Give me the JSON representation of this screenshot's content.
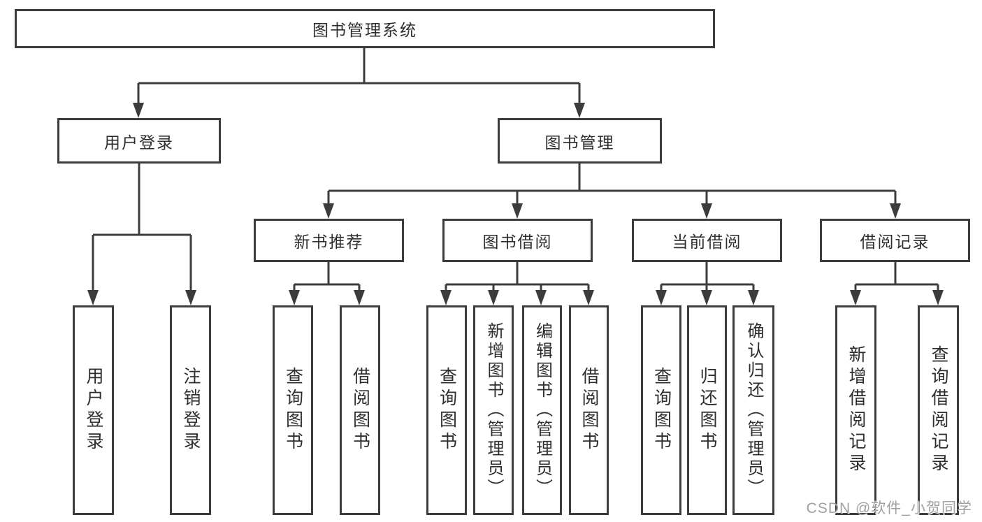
{
  "diagram": {
    "root": {
      "label": "图书管理系统"
    },
    "level2": [
      {
        "label": "用户登录"
      },
      {
        "label": "图书管理"
      }
    ],
    "level3": [
      {
        "label": "新书推荐"
      },
      {
        "label": "图书借阅"
      },
      {
        "label": "当前借阅"
      },
      {
        "label": "借阅记录"
      }
    ],
    "leaves": [
      {
        "label": "用户登录"
      },
      {
        "label": "注销登录"
      },
      {
        "label": "查询图书"
      },
      {
        "label": "借阅图书"
      },
      {
        "label": "查询图书"
      },
      {
        "label": "新增图书（管理员）"
      },
      {
        "label": "编辑图书（管理员）"
      },
      {
        "label": "借阅图书"
      },
      {
        "label": "查询图书"
      },
      {
        "label": "归还图书"
      },
      {
        "label": "确认归还（管理员）"
      },
      {
        "label": "新增借阅记录"
      },
      {
        "label": "查询借阅记录"
      }
    ]
  },
  "watermark": {
    "text": "CSDN @软件_小贺同学"
  },
  "colors": {
    "line": "#3c3c3c",
    "box_border": "#3c3c3c",
    "text": "#2e2e2e",
    "background": "#ffffff",
    "watermark": "#a0a0a0"
  }
}
